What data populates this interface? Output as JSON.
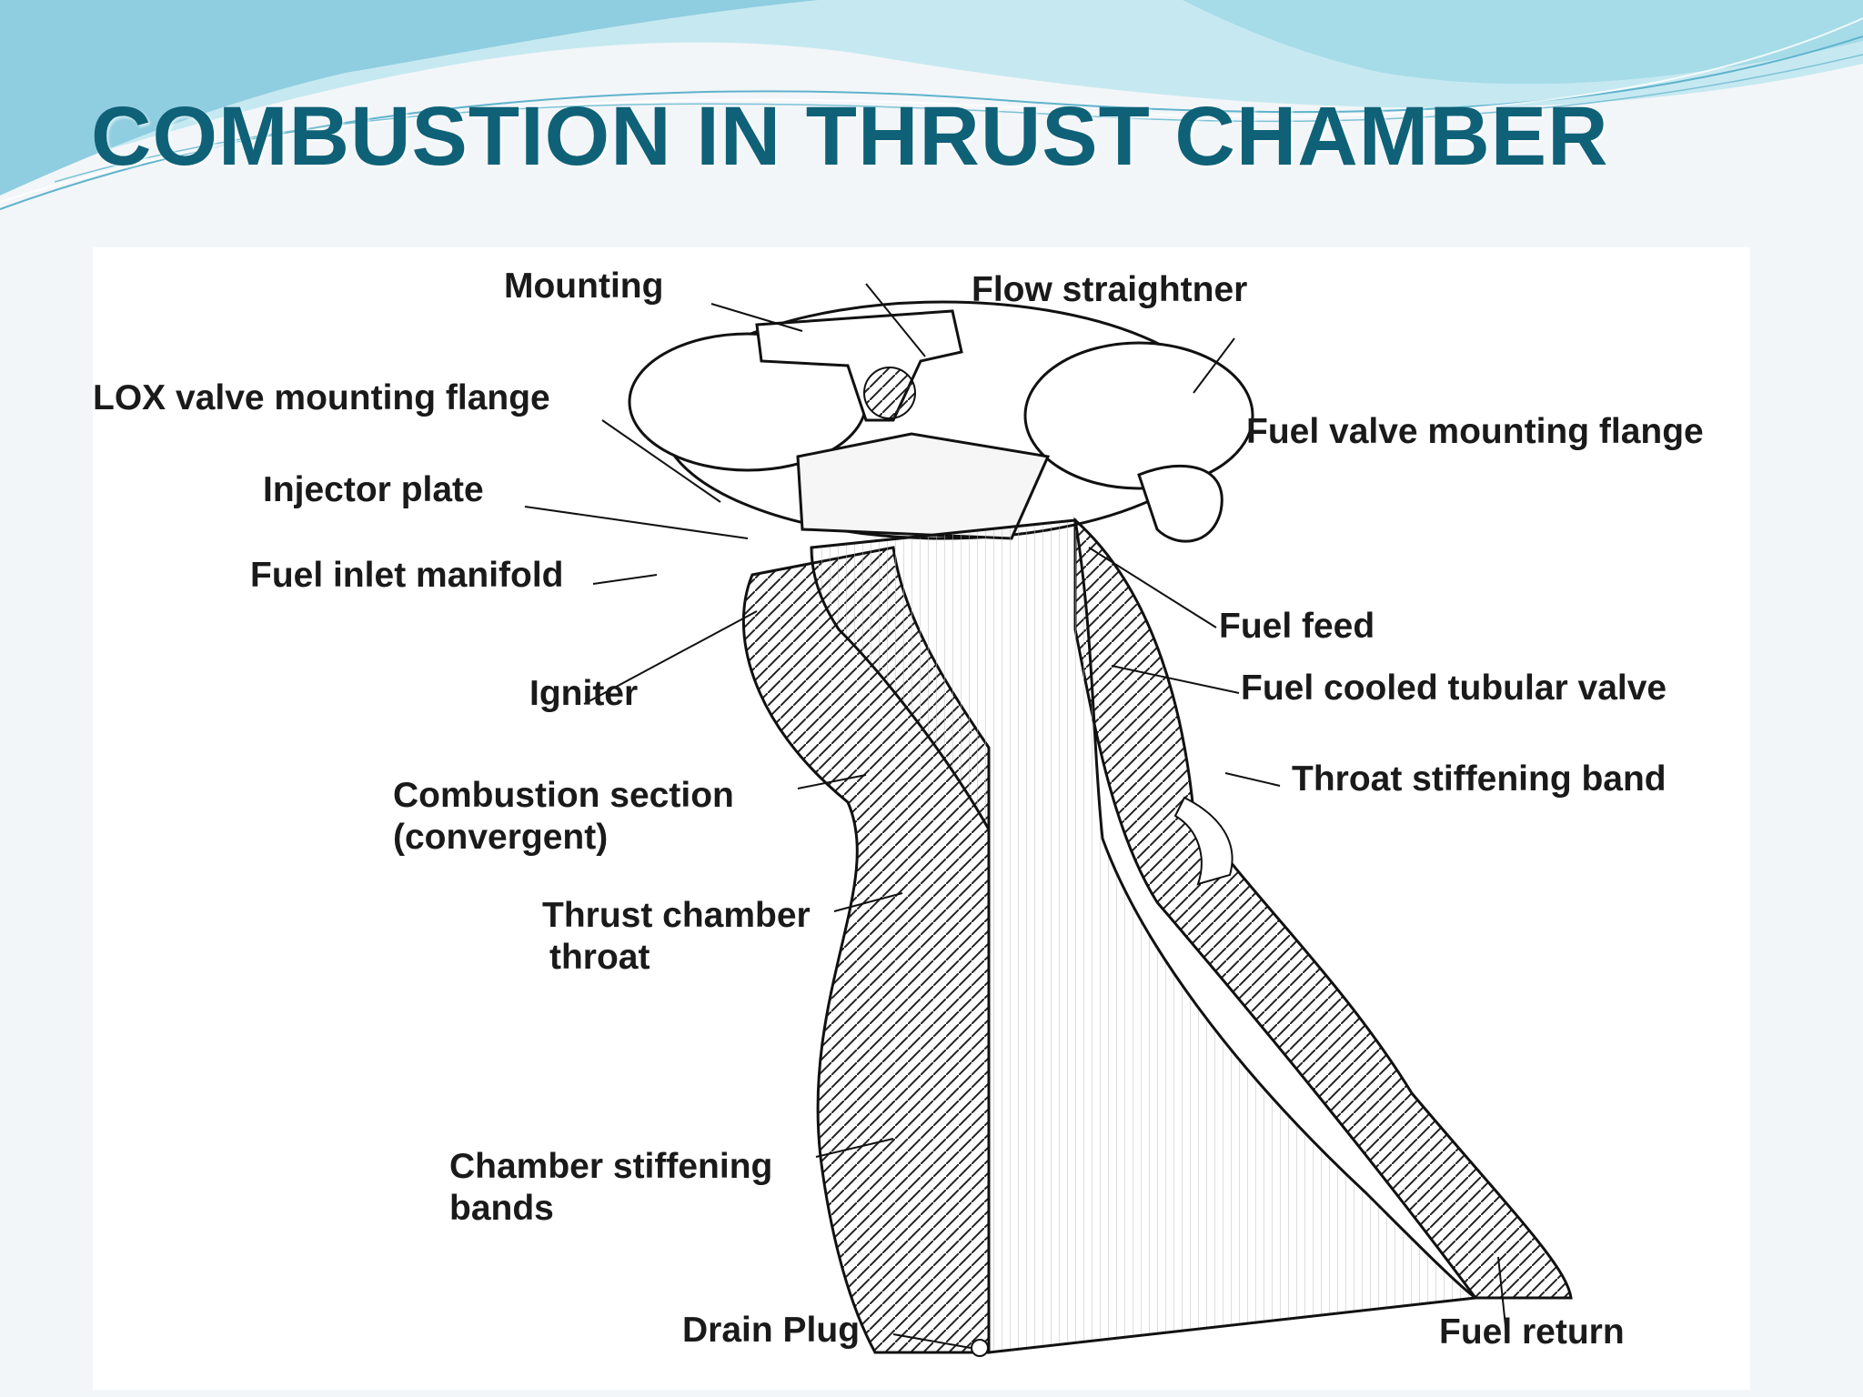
{
  "slide": {
    "title": "COMBUSTION IN THRUST CHAMBER",
    "colors": {
      "title": "#0f6177",
      "wave_dark": "#7ec6dc",
      "wave_light": "#c6e9f1",
      "background": "#f3f6f9"
    }
  },
  "diagram": {
    "labels": {
      "mounting": "Mounting",
      "flow_straightner": "Flow straightner",
      "lox_valve_mounting_flange": "LOX valve mounting flange",
      "fuel_valve_mounting_flange": "Fuel valve mounting flange",
      "injector_plate": "Injector plate",
      "fuel_inlet_manifold": "Fuel inlet manifold",
      "fuel_feed": "Fuel feed",
      "igniter": "Igniter",
      "fuel_cooled_tubular_valve": "Fuel cooled tubular valve",
      "throat_stiffening_band": "Throat stiffening band",
      "combustion_section_line1": "Combustion section",
      "combustion_section_line2": "(convergent)",
      "thrust_chamber_throat_line1": "Thrust chamber",
      "thrust_chamber_throat_line2": "throat",
      "chamber_stiffening_bands_line1": "Chamber stiffening",
      "chamber_stiffening_bands_line2": "bands",
      "drain_plug": "Drain Plug",
      "fuel_return": "Fuel return"
    }
  }
}
